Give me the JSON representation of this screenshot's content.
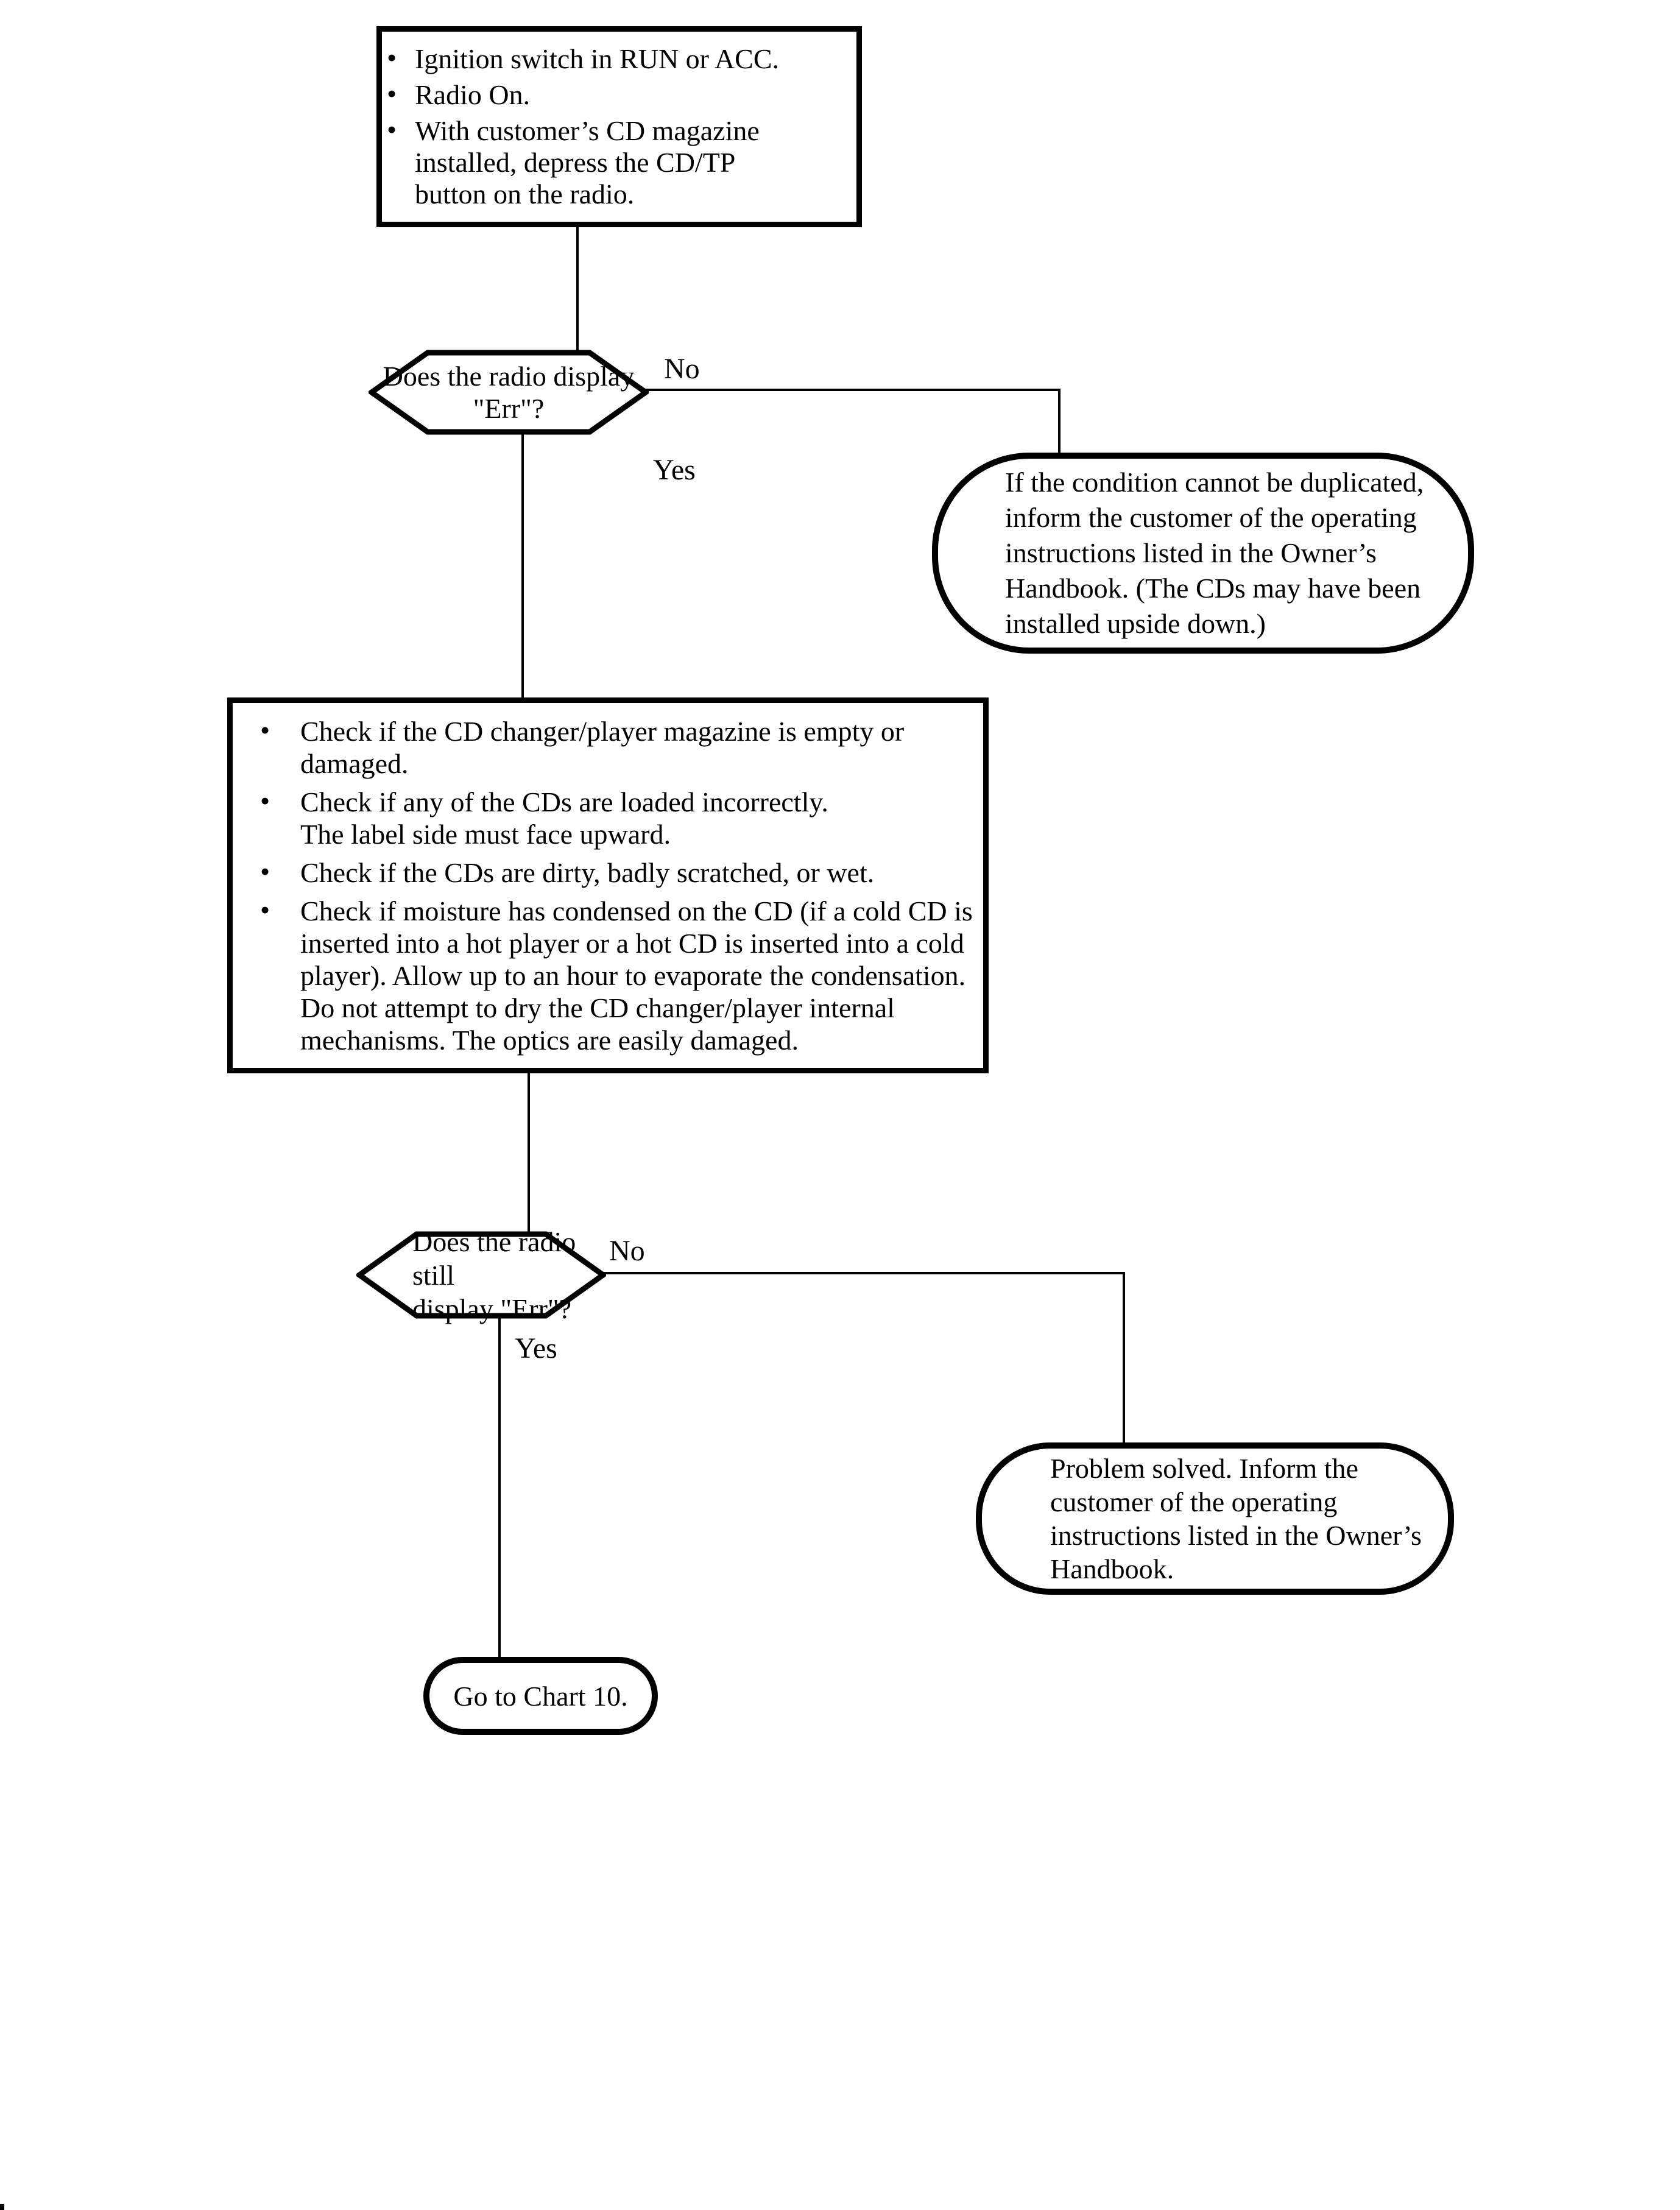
{
  "colors": {
    "ink": "#000000",
    "background": "#ffffff"
  },
  "flowchart": {
    "start_box": {
      "bullets": [
        "Ignition switch in RUN or ACC.",
        "Radio On.",
        "With customer’s CD magazine\ninstalled, depress the CD/TP\nbutton on the radio."
      ]
    },
    "decision_1": {
      "question": "Does the radio display \"Err\"?"
    },
    "no_terminal_1": {
      "text": "If the condition cannot be duplicated,\ninform the customer of the operating\ninstructions listed in the Owner’s\nHandbook. (The CDs may have been\ninstalled upside down.)"
    },
    "checklist_box": {
      "bullets": [
        "Check if the CD changer/player magazine is empty or\ndamaged.",
        "Check if any of the CDs are loaded incorrectly.\nThe label side must face upward.",
        "Check if the CDs are dirty, badly scratched, or wet.",
        "Check if moisture has condensed on the CD (if a cold CD is\ninserted into a hot player or a hot CD is inserted into a cold\nplayer). Allow up to an hour to evaporate the condensation.\nDo not attempt to dry the CD changer/player internal\nmechanisms. The optics are easily damaged."
      ]
    },
    "decision_2": {
      "question": "Does the radio still\ndisplay \"Err\"?"
    },
    "no_terminal_2": {
      "text": "Problem solved. Inform the\ncustomer of the operating\ninstructions listed in the Owner’s\nHandbook."
    },
    "goto_terminal": {
      "text": "Go to Chart 10."
    },
    "labels": {
      "yes": "Yes",
      "no": "No"
    },
    "bullet_glyph": "•"
  }
}
